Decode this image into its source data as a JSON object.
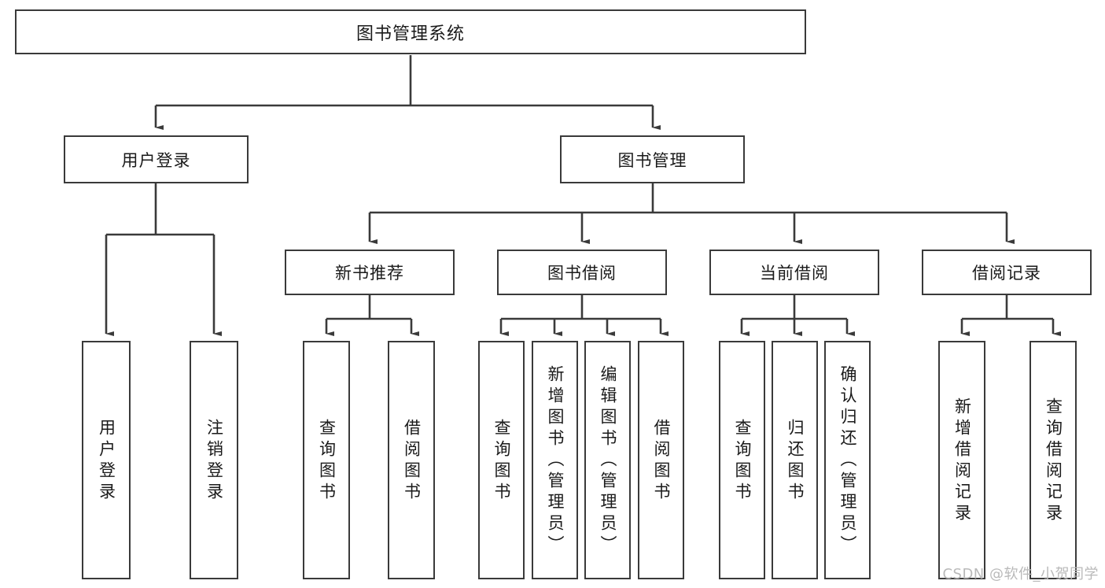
{
  "diagram": {
    "title": "图书管理系统",
    "type": "tree-hierarchy",
    "levels": 4,
    "root": {
      "label": "图书管理系统"
    },
    "level2": [
      {
        "label": "用户登录"
      },
      {
        "label": "图书管理"
      }
    ],
    "level3": [
      {
        "label": "新书推荐"
      },
      {
        "label": "图书借阅"
      },
      {
        "label": "当前借阅"
      },
      {
        "label": "借阅记录"
      }
    ],
    "leaves_user_login": [
      {
        "label": "用户登录"
      },
      {
        "label": "注销登录"
      }
    ],
    "leaves_new_book": [
      {
        "label": "查询图书"
      },
      {
        "label": "借阅图书"
      }
    ],
    "leaves_borrow": [
      {
        "label": "查询图书"
      },
      {
        "label": "新增图书（管理员）"
      },
      {
        "label": "编辑图书（管理员）"
      },
      {
        "label": "借阅图书"
      }
    ],
    "leaves_current": [
      {
        "label": "查询图书"
      },
      {
        "label": "归还图书"
      },
      {
        "label": "确认归还（管理员）"
      }
    ],
    "leaves_records": [
      {
        "label": "新增借阅记录"
      },
      {
        "label": "查询借阅记录"
      }
    ]
  },
  "watermark": {
    "text": "CSDN @软件_小贺同学"
  },
  "colors": {
    "box_border": "#3a3a3a",
    "box_fill": "#ffffff",
    "line": "#3a3a3a",
    "text": "#1a1a1a",
    "watermark": "#b9b9b9"
  }
}
